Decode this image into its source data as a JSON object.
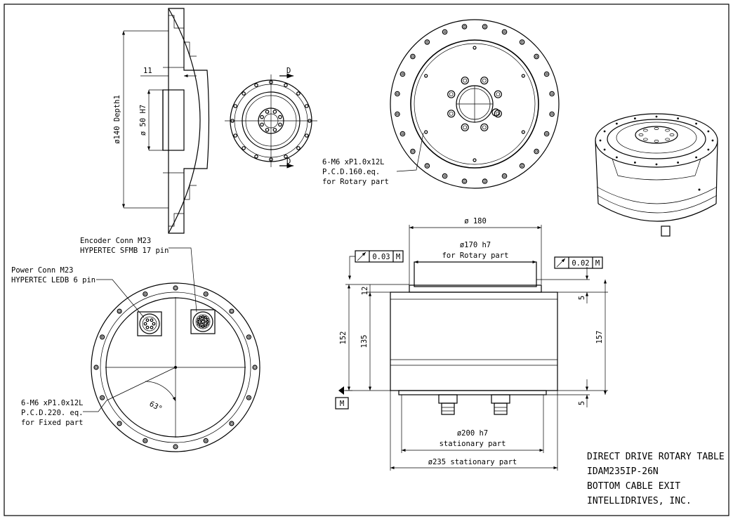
{
  "side_section": {
    "dim_140": "ø140 Depth1",
    "dim_50": "ø 50 H7",
    "dim_11": "11"
  },
  "small_top": {
    "section_mark": "D"
  },
  "rotary_top": {
    "note_line1": "6-M6 xP1.0x12L",
    "note_line2": "P.C.D.160.eq.",
    "note_line3": "for Rotary part"
  },
  "bottom_view": {
    "encoder_line1": "Encoder Conn M23",
    "encoder_line2": "HYPERTEC SFMB 17 pin",
    "power_line1": "Power Conn M23",
    "power_line2": "HYPERTEC LEDB 6 pin",
    "note_line1": "6-M6 xP1.0x12L",
    "note_line2": "P.C.D.220. eq.",
    "note_line3": "for Fixed part",
    "angle": "63°"
  },
  "side_view": {
    "dim_180": "ø 180",
    "dim_170_line1": "ø170 h7",
    "dim_170_line2": "for Rotary part",
    "tol_left_value": "0.03",
    "tol_left_datum": "M",
    "tol_right_value": "0.02",
    "tol_right_datum": "M",
    "dim_12": "12",
    "dim_5_top": "5",
    "dim_152": "152",
    "dim_135": "135",
    "dim_157": "157",
    "dim_5_bottom": "5",
    "datum_label": "M",
    "dim_200_line1": "ø200 h7",
    "dim_200_line2": "stationary part",
    "dim_235": "ø235 stationary part"
  },
  "title_block": {
    "line1": "DIRECT DRIVE ROTARY TABLE",
    "line2": "IDAM235IP-26N",
    "line3": "BOTTOM CABLE EXIT",
    "line4": "INTELLIDRIVES, INC."
  }
}
